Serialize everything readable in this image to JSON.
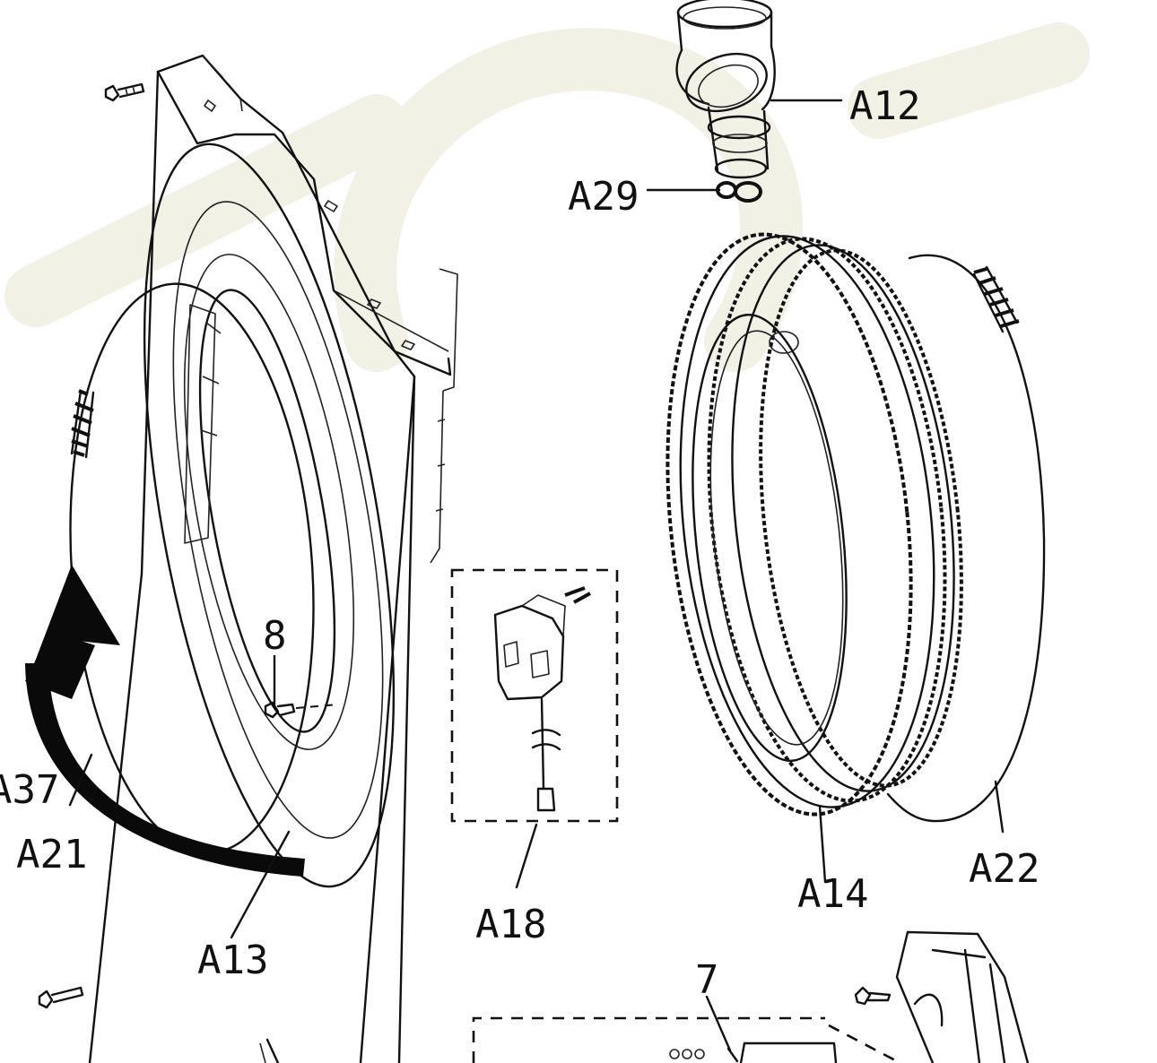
{
  "diagram": {
    "labels": {
      "a12": "A12",
      "a29": "A29",
      "a37": "A37",
      "a21": "A21",
      "a13": "A13",
      "a18": "A18",
      "a14": "A14",
      "a22": "A22",
      "p8": "8",
      "p7": "7"
    },
    "colors": {
      "line": "#111111",
      "background": "#ffffff",
      "watermark": "#f1f1e6"
    },
    "icons": {
      "rotation": "curved-arrow-icon",
      "fastener": "screw-icon"
    }
  }
}
